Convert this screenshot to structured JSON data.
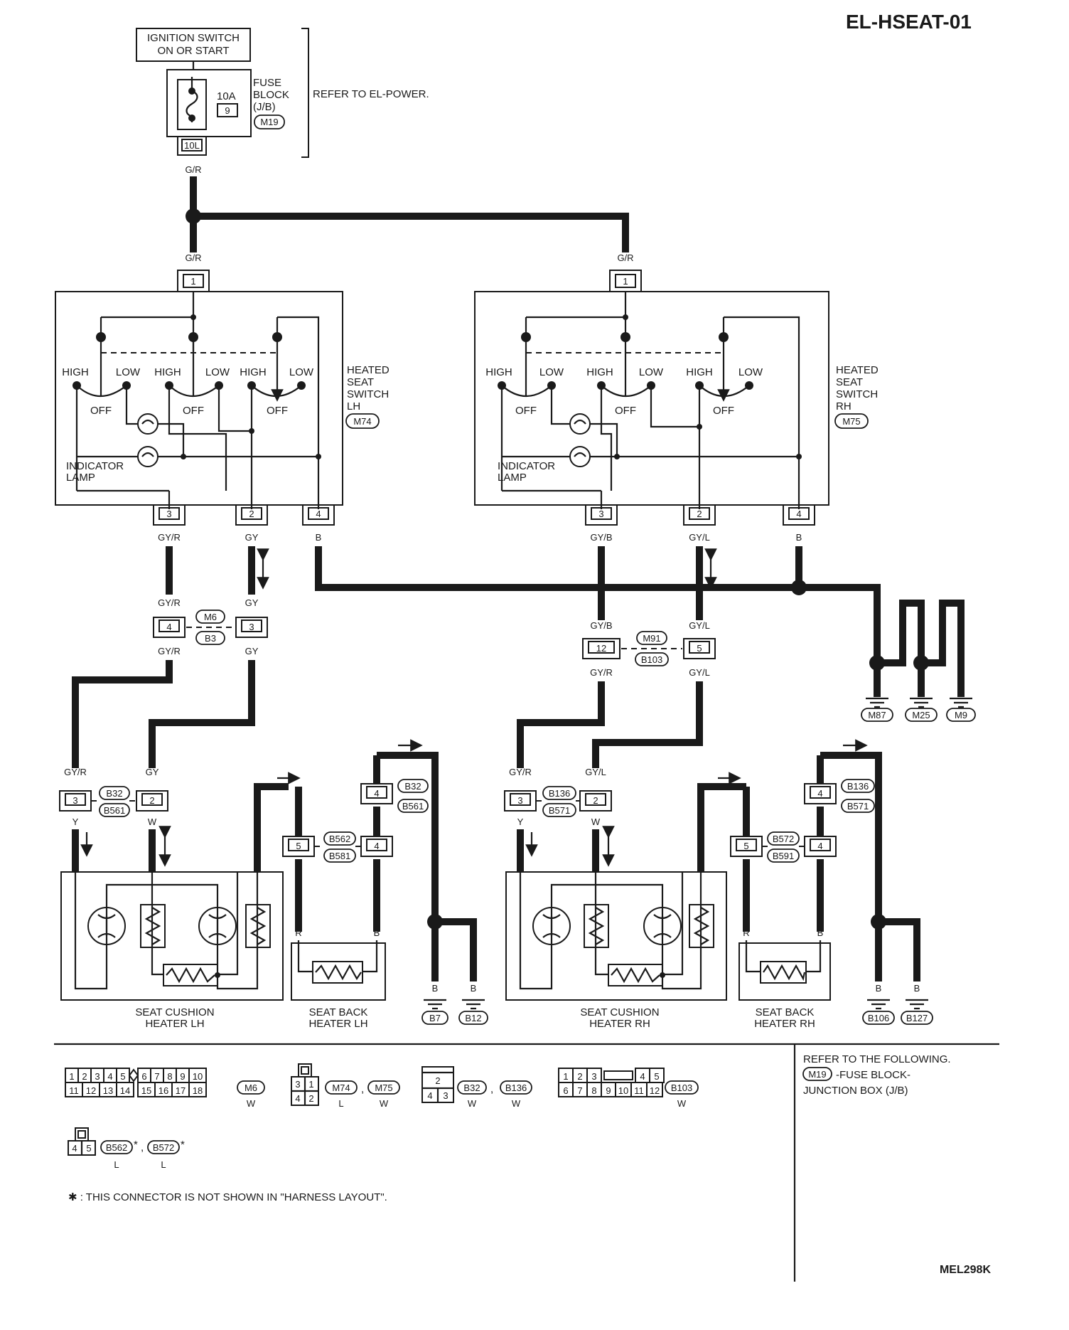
{
  "title": "EL-HSEAT-01",
  "diagram_code": "MEL298K",
  "power": {
    "ignition_line1": "IGNITION SWITCH",
    "ignition_line2": "ON OR START",
    "fuse_amp": "10A",
    "fuse_no": "9",
    "fuse_block_line1": "FUSE",
    "fuse_block_line2": "BLOCK",
    "fuse_block_line3": "(J/B)",
    "fuse_block_conn": "M19",
    "terminal": "10L",
    "refer": "REFER TO EL-POWER."
  },
  "wire_colors": {
    "gr": "G/R",
    "gyr": "GY/R",
    "gy": "GY",
    "b": "B",
    "gyb": "GY/B",
    "gyl": "GY/L",
    "y": "Y",
    "w": "W",
    "r": "R"
  },
  "switch_lh": {
    "line1": "HEATED",
    "line2": "SEAT",
    "line3": "SWITCH",
    "line4": "LH",
    "conn": "M74",
    "pin1": "1",
    "pin3": "3",
    "pin2": "2",
    "pin4": "4"
  },
  "switch_rh": {
    "line1": "HEATED",
    "line2": "SEAT",
    "line3": "SWITCH",
    "line4": "RH",
    "conn": "M75",
    "pin1": "1",
    "pin3": "3",
    "pin2": "2",
    "pin4": "4"
  },
  "switch_labels": {
    "high": "HIGH",
    "low": "LOW",
    "off": "OFF",
    "indicator1": "INDICATOR",
    "indicator2": "LAMP"
  },
  "joints": {
    "m6": "M6",
    "b3": "B3",
    "pin4": "4",
    "pin3": "3",
    "m91": "M91",
    "b103": "B103",
    "pin12": "12",
    "pin5": "5"
  },
  "grounds": {
    "m87": "M87",
    "m25": "M25",
    "m9": "M9",
    "b7": "B7",
    "b12": "B12",
    "b106": "B106",
    "b127": "B127"
  },
  "seat_lh": {
    "b32": "B32",
    "b561": "B561",
    "b562": "B562",
    "b581": "B581",
    "p3": "3",
    "p2": "2",
    "p5": "5",
    "p4a": "4",
    "p4b": "4",
    "cushion1": "SEAT CUSHION",
    "cushion2": "HEATER LH",
    "back1": "SEAT BACK",
    "back2": "HEATER LH"
  },
  "seat_rh": {
    "b136": "B136",
    "b571": "B571",
    "b572": "B572",
    "b591": "B591",
    "p3": "3",
    "p2": "2",
    "p5": "5",
    "p4a": "4",
    "p4b": "4",
    "cushion1": "SEAT CUSHION",
    "cushion2": "HEATER RH",
    "back1": "SEAT BACK",
    "back2": "HEATER RH"
  },
  "connector_views": {
    "m6_row1": [
      "1",
      "2",
      "3",
      "4",
      "5",
      "6",
      "7",
      "8",
      "9",
      "10"
    ],
    "m6_row2": [
      "11",
      "12",
      "13",
      "14",
      "15",
      "16",
      "17",
      "18"
    ],
    "m6": "M6",
    "m6_color": "W",
    "m74_row1": [
      "3",
      "1"
    ],
    "m74_row2": [
      "4",
      "2"
    ],
    "m74": "M74",
    "m74_color": "L",
    "m75": "M75",
    "m75_color": "W",
    "b32_top": "2",
    "b32_row": [
      "4",
      "3"
    ],
    "b32": "B32",
    "b32_color": "W",
    "b136": "B136",
    "b136_color": "W",
    "b103_row1": [
      "1",
      "2",
      "3",
      "4",
      "5"
    ],
    "b103_row2": [
      "6",
      "7",
      "8",
      "9",
      "10",
      "11",
      "12"
    ],
    "b103": "B103",
    "b103_color": "W",
    "b562_row": [
      "4",
      "5"
    ],
    "b562": "B562",
    "b562_color": "L",
    "b572": "B572",
    "b572_color": "L",
    "star": "*",
    "comma": ","
  },
  "footnote": "✱ : THIS CONNECTOR IS NOT SHOWN IN \"HARNESS LAYOUT\".",
  "refer_box": {
    "line1": "REFER TO THE FOLLOWING.",
    "conn": "M19",
    "line2": "-FUSE BLOCK-",
    "line3": "JUNCTION BOX (J/B)"
  }
}
